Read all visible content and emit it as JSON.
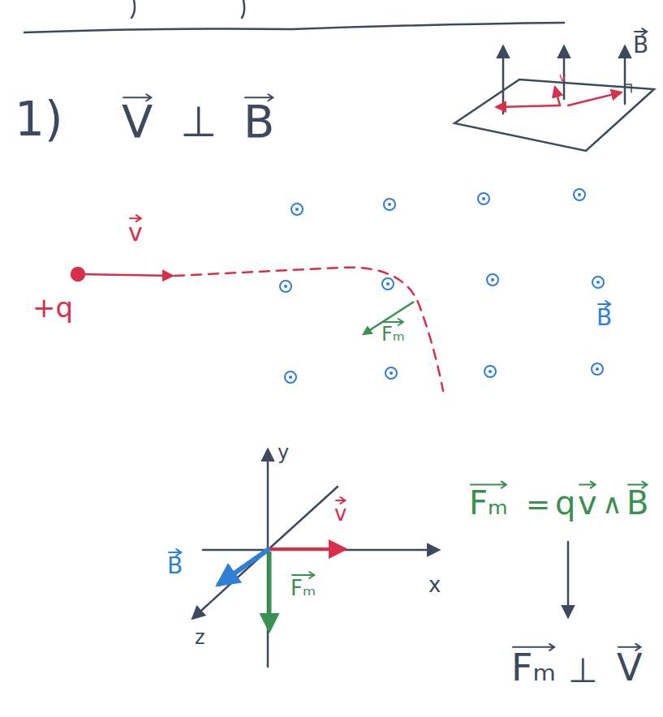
{
  "diagram": {
    "labels": [
      "1)",
      "V",
      "⊥",
      "B",
      "B",
      "v",
      "v",
      "+q",
      "Fₘ",
      "B",
      "y",
      "x",
      "z",
      "B",
      "v",
      "Fₘ",
      "Fₘ",
      "=",
      "q",
      "v",
      "∧",
      "B",
      "Fₘ",
      "⊥",
      "V"
    ]
  }
}
